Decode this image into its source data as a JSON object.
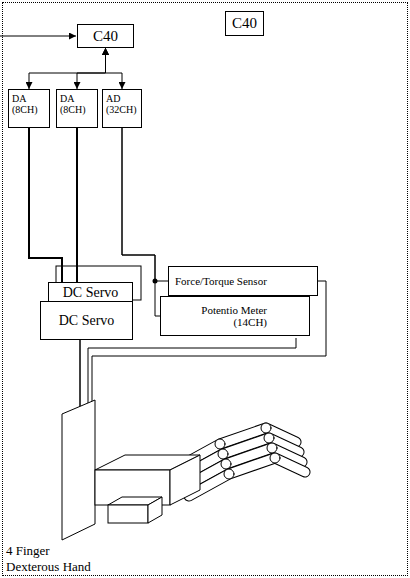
{
  "diagram": {
    "nodes": [
      {
        "text": [
          "C40"
        ]
      },
      {
        "text": [
          "C40"
        ],
        "in": 0
      },
      {
        "text": [
          "DA (8CH)"
        ],
        "in": 0
      },
      {
        "text": [
          "DA (8CH)"
        ],
        "in": 0
      },
      {
        "text": [
          "AD (32CH)"
        ],
        "in": 0
      },
      {
        "text": [
          "DC Servo"
        ],
        "in": 0
      },
      {
        "text": [
          "DC Servo"
        ],
        "in": 0
      },
      {
        "text": [
          "Force/Torque Sensor"
        ],
        "in": 0
      },
      {
        "text": [
          "Potentio Meter (14CH)"
        ],
        "in": 0
      }
    ],
    "edges": [
      {
        "from": 1,
        "to": 2,
        "arrow": "both"
      },
      {
        "from": 1,
        "to": 3,
        "arrow": "both"
      },
      {
        "from": 1,
        "to": 4,
        "arrow": "both"
      },
      {
        "from": 2,
        "to": 5,
        "arrow": "none"
      },
      {
        "from": 3,
        "to": 5,
        "arrow": "none"
      },
      {
        "from": 4,
        "to": 7,
        "arrow": "none"
      },
      {
        "from": 4,
        "to": 8,
        "arrow": "none"
      }
    ],
    "labels": [
      "4 Finger Dexterous Hand"
    ]
  }
}
